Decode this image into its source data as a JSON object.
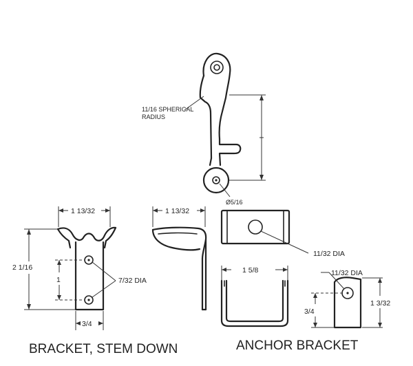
{
  "labels": {
    "spherical_line1": "11/16 SPHERICAL",
    "spherical_line2": "RADIUS",
    "hole_dia_top": "Ø5/16",
    "width_front": "1 13/32",
    "width_side": "1 13/32",
    "height_overall": "2 1/16",
    "hole_spacing": "1",
    "hole_dia_bracket": "7/32 DIA",
    "bottom_width": "3/4",
    "anchor_top_hole": "11/32 DIA",
    "anchor_width": "1 5/8",
    "anchor_side_hole": "11/32 DIA",
    "anchor_side_height": "1 3/32",
    "anchor_side_offset": "3/4"
  },
  "captions": {
    "left": "BRACKET, STEM DOWN",
    "right": "ANCHOR  BRACKET"
  },
  "style": {
    "line_color": "#222222",
    "background": "#ffffff"
  }
}
